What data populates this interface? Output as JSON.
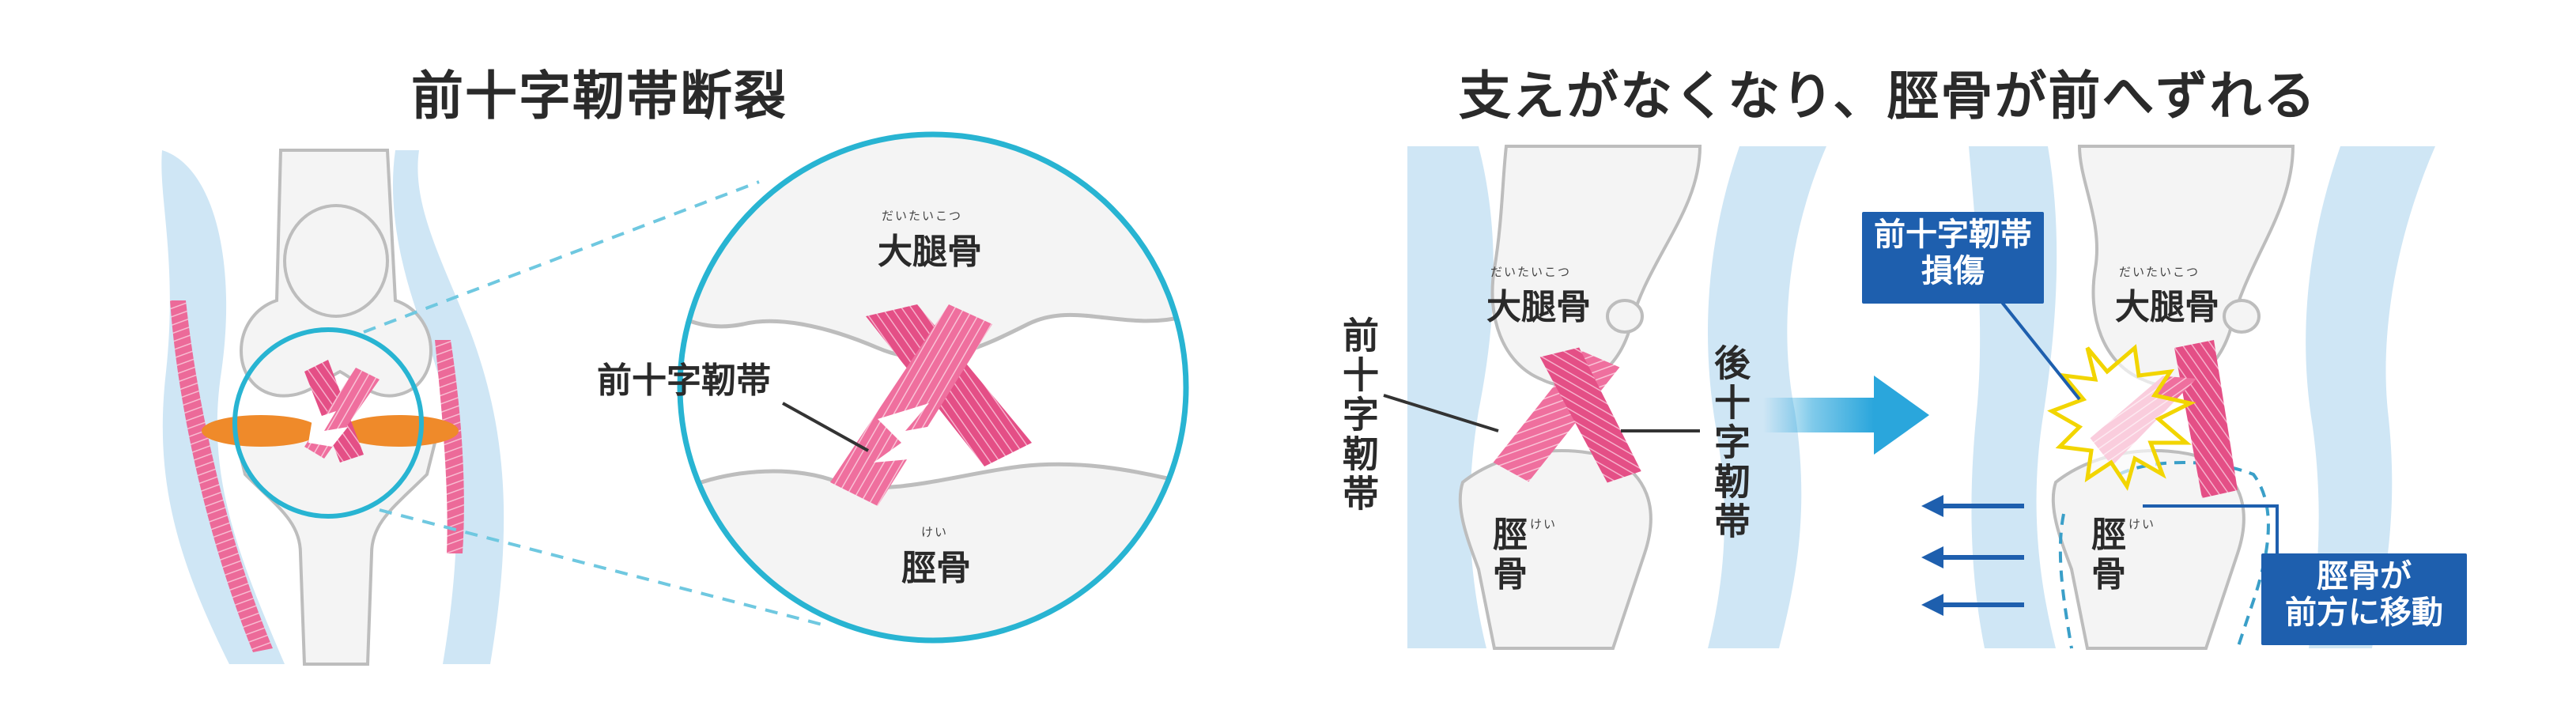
{
  "left_panel": {
    "title": "前十字靭帯断裂",
    "zoom": {
      "femur_label": "大腿骨",
      "femur_ruby": "だいたいこつ",
      "ligament_label": "前十字靭帯",
      "tibia_label": "脛骨",
      "tibia_ruby": "けい"
    }
  },
  "right_panel": {
    "title": "支えがなくなり、脛骨が前へずれる",
    "before": {
      "femur_label": "大腿骨",
      "femur_ruby": "だいたいこつ",
      "acl_label": "前十字靭帯",
      "pcl_label": "後十字靭帯",
      "tibia_label_1": "脛",
      "tibia_label_2": "骨",
      "tibia_ruby": "けい"
    },
    "after": {
      "femur_label": "大腿骨",
      "femur_ruby": "だいたいこつ",
      "injury_box_line1": "前十字靭帯",
      "injury_box_line2": "損傷",
      "tibia_label_1": "脛",
      "tibia_label_2": "骨",
      "tibia_ruby": "けい",
      "move_box_line1": "脛骨が",
      "move_box_line2": "前方に移動"
    }
  },
  "colors": {
    "skin": "#cfe6f5",
    "bone": "#f4f4f4",
    "bone_outline": "#bdbdbd",
    "ligament": "#e8528a",
    "ligament_light": "#f5a8c6",
    "meniscus": "#ef8a2a",
    "circle": "#28b4d2",
    "label_box": "#1e5fae",
    "arrow": "#2aa6dc"
  }
}
